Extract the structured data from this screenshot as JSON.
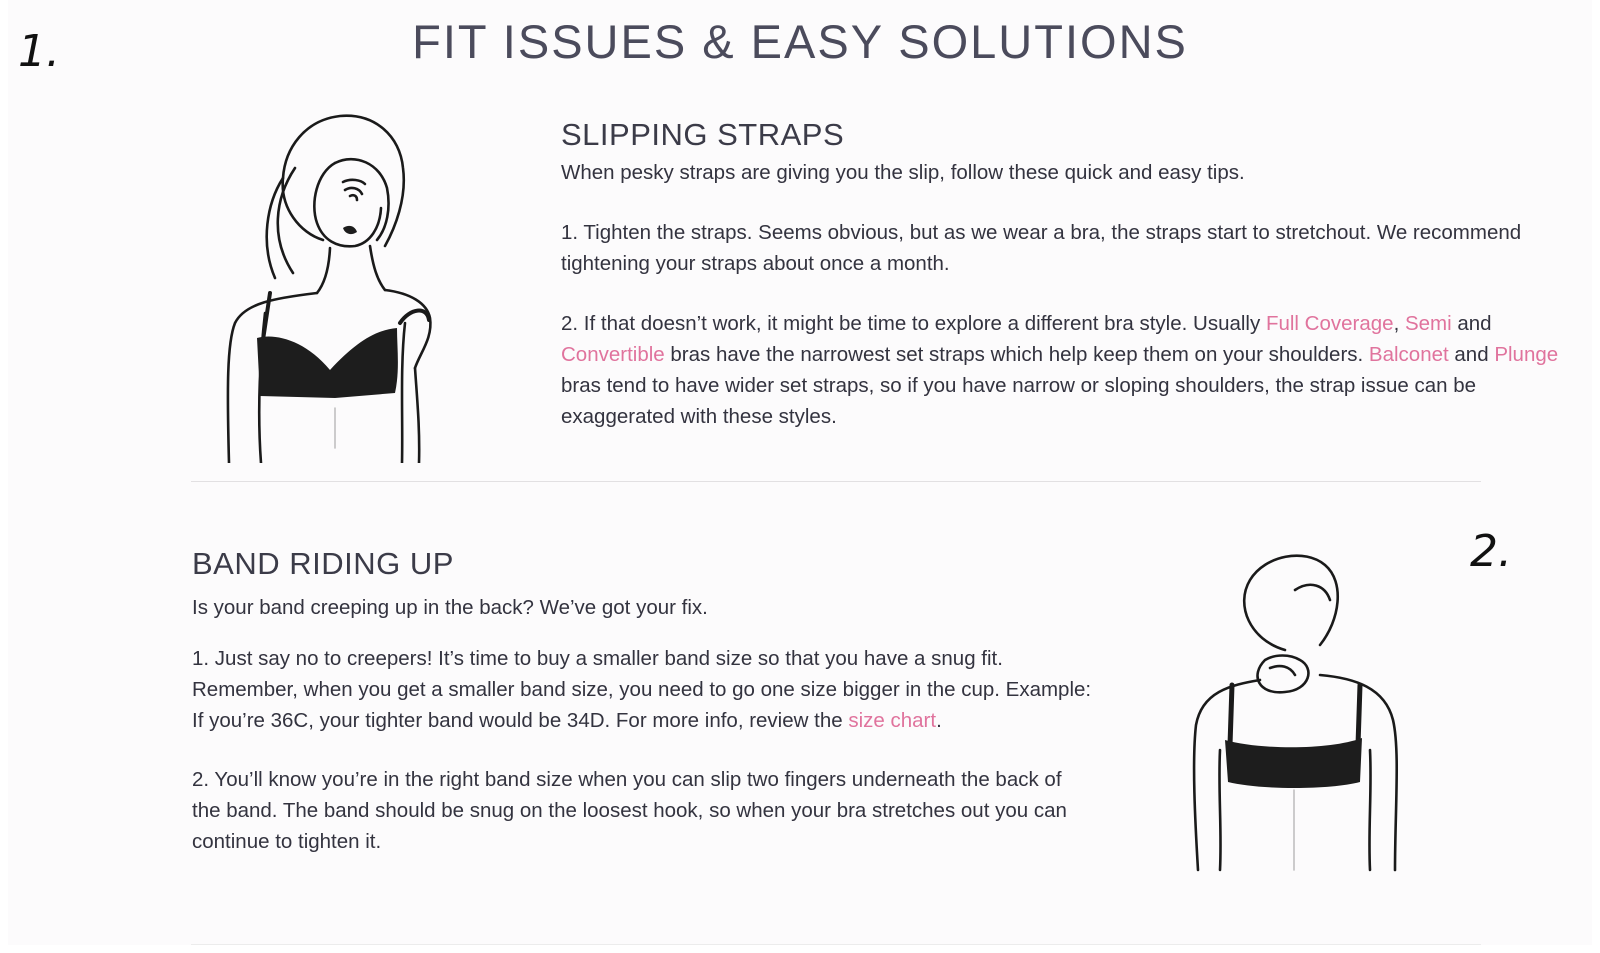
{
  "title": "FIT ISSUES & EASY SOLUTIONS",
  "annotations": {
    "one": "1.",
    "two": "2."
  },
  "slipping_straps": {
    "heading": "SLIPPING STRAPS",
    "intro": "When pesky straps are giving you the slip, follow these quick and easy tips.",
    "tip1": "1. Tighten the straps. Seems obvious, but as we wear a bra, the straps start to stretchout. We recommend tightening your straps about once a month.",
    "tip2": {
      "part1": "2. If that doesn’t work, it might be time to explore a different bra style. Usually ",
      "link_full_coverage": "Full Coverage",
      "sep1": ", ",
      "link_semi": "Semi",
      "sep2": " and ",
      "link_convertible": "Convertible",
      "part2": " bras have the narrowest set straps which help keep them on your shoulders. ",
      "link_balconet": "Balconet",
      "sep3": " and ",
      "link_plunge": "Plunge",
      "part3": " bras tend to have wider set straps, so if you have narrow or sloping shoulders, the strap issue can be exaggerated with these styles."
    }
  },
  "band_riding_up": {
    "heading": "BAND RIDING UP",
    "intro": "Is your band creeping up in the back? We’ve got your fix.",
    "tip1": {
      "part1": "1. Just say no to creepers! It’s time to buy a smaller band size so that you have a snug fit. Remember, when you get a smaller band size, you need to go one size bigger in the cup. Example: If you’re 36C, your tighter band would be 34D. For more info, review the ",
      "link_size_chart": "size chart",
      "part2": "."
    },
    "tip2": "2. You’ll know you’re in the right band size when you can slip two fingers underneath the back of the band. The band should be snug on the loosest hook, so when your bra stretches out you can continue to tighten it."
  },
  "colors": {
    "link": "#e0739d",
    "title": "#4b4b5c",
    "text": "#33333f"
  }
}
